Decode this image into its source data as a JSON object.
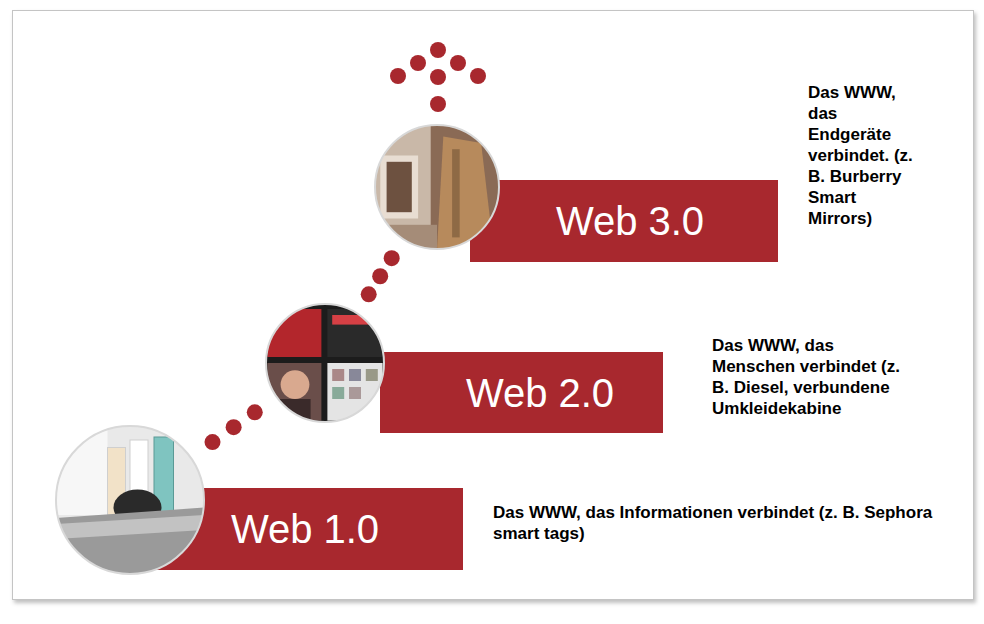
{
  "diagram": {
    "nodes": [
      {
        "text": [
          "Web 3.0",
          "Das WWW, das Endgeräte verbindet. (z. B. Burberry Smart Mirrors)"
        ]
      },
      {
        "text": [
          "Web 2.0",
          "Das WWW, das Menschen verbindet (z. B. Diesel, verbundene Umkleidekabine"
        ]
      },
      {
        "text": [
          "Web 1.0",
          "Das WWW, das Informationen verbindet (z. B. Sephora smart tags)"
        ]
      }
    ],
    "edges": [
      {
        "from": 2,
        "to": 1,
        "arrow": "none"
      },
      {
        "from": 1,
        "to": 0,
        "arrow": "none"
      }
    ]
  }
}
